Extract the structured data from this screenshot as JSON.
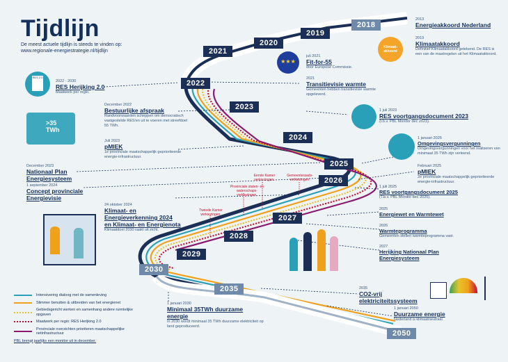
{
  "header": {
    "title": "Tijdlijn",
    "subtitle_line1": "De meest actuele tijdlijn is steeds te vinden op:",
    "subtitle_line2": "www.regionale-energiestrategie.nl/tijdlijn"
  },
  "years": [
    "2018",
    "2019",
    "2020",
    "2021",
    "2022",
    "2023",
    "2024",
    "2025",
    "2026",
    "2027",
    "2028",
    "2029",
    "2030",
    "2035",
    "2050"
  ],
  "events": {
    "e2013": {
      "date": "2013",
      "title": "Energieakkoord Nederland"
    },
    "e2019": {
      "date": "2019",
      "title": "Klimaatakkoord",
      "desc": "Definitief Klimaatakkoord getekend. De RES is een van de maatregelen uit het Klimaatakkoord."
    },
    "fitfor55": {
      "date": "juli 2021",
      "title": "Fit-for-55",
      "desc": "door Europese Commissie."
    },
    "transitievisie": {
      "date": "2021",
      "title": "Transitievisie warmte",
      "desc": "Gemeenten hebben transitievisie warmte opgeleverd."
    },
    "resherijking": {
      "date": "2022 - 2030",
      "title": "RES Herijking 2.0",
      "desc": "Maatwerk per regio."
    },
    "bestuurlijk": {
      "date": "December 2022",
      "title": "Bestuurlijke afspraak",
      "desc": "Randvoorwaarden scheppen om democratisch vastgestelde RES'en uit te voeren met streefdoel 55 TWh."
    },
    "pmiek2023": {
      "date": "Juli 2023",
      "title": "pMIEK",
      "desc": "1e provinciale maatschappelijk geprioriteerde energie-infrastructuur."
    },
    "resvg2023": {
      "date": "1 juli 2023",
      "title": "RES voortgangsdocument 2023",
      "desc": "(t.b.v. PBL Monitor dec 2023)."
    },
    "npe": {
      "date": "December 2023",
      "title": "Nationaal Plan Energiesysteem"
    },
    "cpe": {
      "date": "1 september 2024",
      "title": "Concept provinciale Energievisie"
    },
    "klimaat2024": {
      "date": "24 oktober 2024",
      "title": "Klimaat- en Energieverkenning 2024 en Klimaat- en Energienota",
      "desc": "Klimaatdoel 2030 raakt uit zicht."
    },
    "omgeving": {
      "date": "1 januari 2025",
      "title": "Omgevingsvergunningen",
      "desc": "Omgevingsvergunningen voor het realiseren van minimaal 35 TWh zijn verleend."
    },
    "pmiek2025": {
      "date": "Februari 2025",
      "title": "pMIEK",
      "desc": "2e provinciale maatschappelijk geprioriteerde energie-infrastructuur."
    },
    "resvg2025": {
      "date": "1 juli 2025",
      "title": "RES voortgangsdocument 2025",
      "desc": "(T.b.v. PBL Monitor dec 2025)."
    },
    "energiewet": {
      "date": "2025",
      "title": "Energiewet en Warmtewet"
    },
    "warmte": {
      "date": "2026",
      "title": "Warmteprogramma",
      "desc": "Gemeenten stellen warmteprogramma vast."
    },
    "npe2027": {
      "date": "2027",
      "title": "Herijking Nationaal Plan Energiesysteem"
    },
    "min35": {
      "date": "1 januari 2030",
      "title": "Minimaal 35TWh duurzame energie",
      "desc": "In 2030 wordt minimaal 35 TWh duurzame elektriciteit op land geproduceerd."
    },
    "co2": {
      "date": "2035",
      "title": "CO2-vrij elektriciteitssysteem"
    },
    "duurzaam": {
      "date": "1 januari 2050",
      "title": "Duurzame energie",
      "desc": "Nederland is klimaatneutraal."
    }
  },
  "red_labels": {
    "eerste_kamer": "Eerste Kamer verkiezingen.",
    "provinciale": "Provinciale staten- en waterschaps-verkiezingen.",
    "gemeenteraad": "Gemeenteraads-verkiezingen.",
    "tweede_kamer": "Tweede Kamer verkiezingen."
  },
  "icons": {
    "res_doc_badge": "RES 2.0",
    "twh_badge": ">35 TWh",
    "klimaat_badge": "Klimaat-akkoord"
  },
  "legend": {
    "items": [
      {
        "label": "Intensivering dialoog met de samenleving",
        "color": "#2aa0b8",
        "style": "solid"
      },
      {
        "label": "Slimmer benutten & uitbreiden van het energienet",
        "color": "#f0a11c",
        "style": "solid"
      },
      {
        "label": "Gebiedsgericht werken en samenhang andere ruimtelijke opgaven",
        "color": "#e8c22a",
        "style": "dotted"
      },
      {
        "label": "Maatwerk per regio: RES Herijking 2.0",
        "color": "#c8102e",
        "style": "dotted"
      },
      {
        "label": "Provinciale overzichten prioriteren maatschappelijke netinfrastructuur",
        "color": "#8a1a6e",
        "style": "solid"
      }
    ],
    "footnote": "PBL brengt jaarlijks een monitor uit in december."
  },
  "colors": {
    "road": "#1b2e55",
    "teal": "#2aa0b8",
    "orange": "#f0a11c",
    "yellow": "#e8c22a",
    "red": "#c8102e",
    "purple": "#8a1a6e",
    "light_road": "#6f89a8"
  }
}
